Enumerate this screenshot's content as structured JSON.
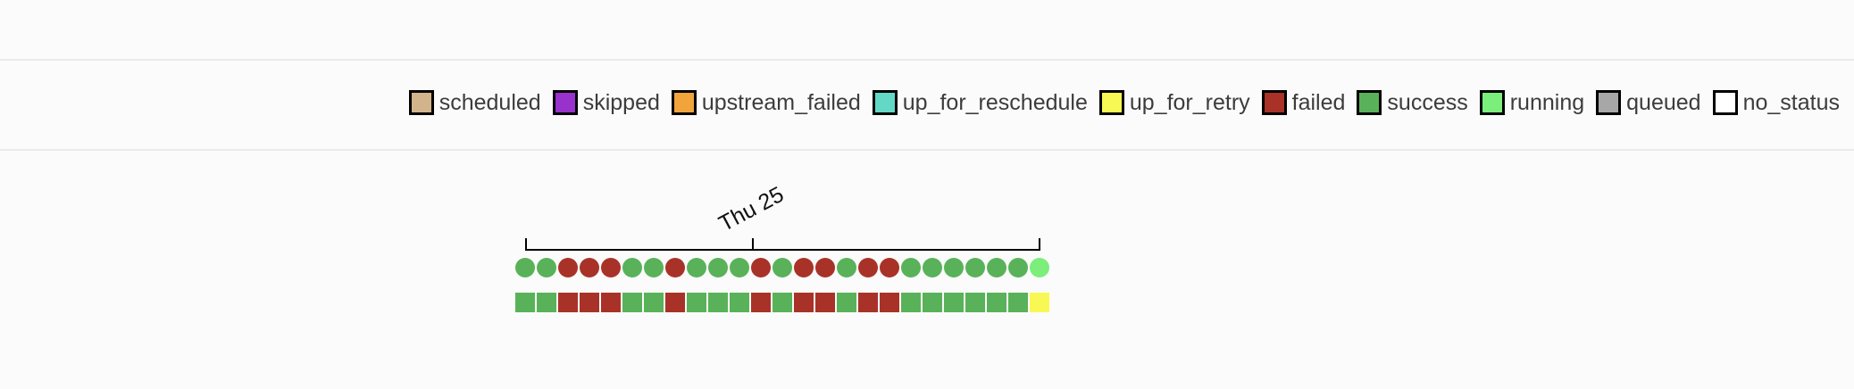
{
  "page": {
    "background": "#fbfbfb",
    "divider_color": "#eaeaea"
  },
  "legend": {
    "items": [
      {
        "label": "scheduled",
        "color": "#d2b48c"
      },
      {
        "label": "skipped",
        "color": "#9932cc"
      },
      {
        "label": "upstream_failed",
        "color": "#f1a33c"
      },
      {
        "label": "up_for_reschedule",
        "color": "#64d8c6"
      },
      {
        "label": "up_for_retry",
        "color": "#f8f854"
      },
      {
        "label": "failed",
        "color": "#a93228"
      },
      {
        "label": "success",
        "color": "#59b259"
      },
      {
        "label": "running",
        "color": "#7bee7b"
      },
      {
        "label": "queued",
        "color": "#a7a7a7"
      },
      {
        "label": "no_status",
        "color": "#ffffff"
      }
    ]
  },
  "chart_data": {
    "type": "status-grid",
    "axis_label": "Thu 25",
    "rows": [
      {
        "id": "dag-runs",
        "shape": "circle",
        "statuses": [
          "success",
          "success",
          "failed",
          "failed",
          "failed",
          "success",
          "success",
          "failed",
          "success",
          "success",
          "success",
          "failed",
          "success",
          "failed",
          "failed",
          "success",
          "failed",
          "failed",
          "success",
          "success",
          "success",
          "success",
          "success",
          "success",
          "running"
        ]
      },
      {
        "id": "task-instances",
        "shape": "square",
        "statuses": [
          "success",
          "success",
          "failed",
          "failed",
          "failed",
          "success",
          "success",
          "failed",
          "success",
          "success",
          "success",
          "failed",
          "success",
          "failed",
          "failed",
          "success",
          "failed",
          "failed",
          "success",
          "success",
          "success",
          "success",
          "success",
          "success",
          "up_for_retry"
        ]
      }
    ]
  }
}
